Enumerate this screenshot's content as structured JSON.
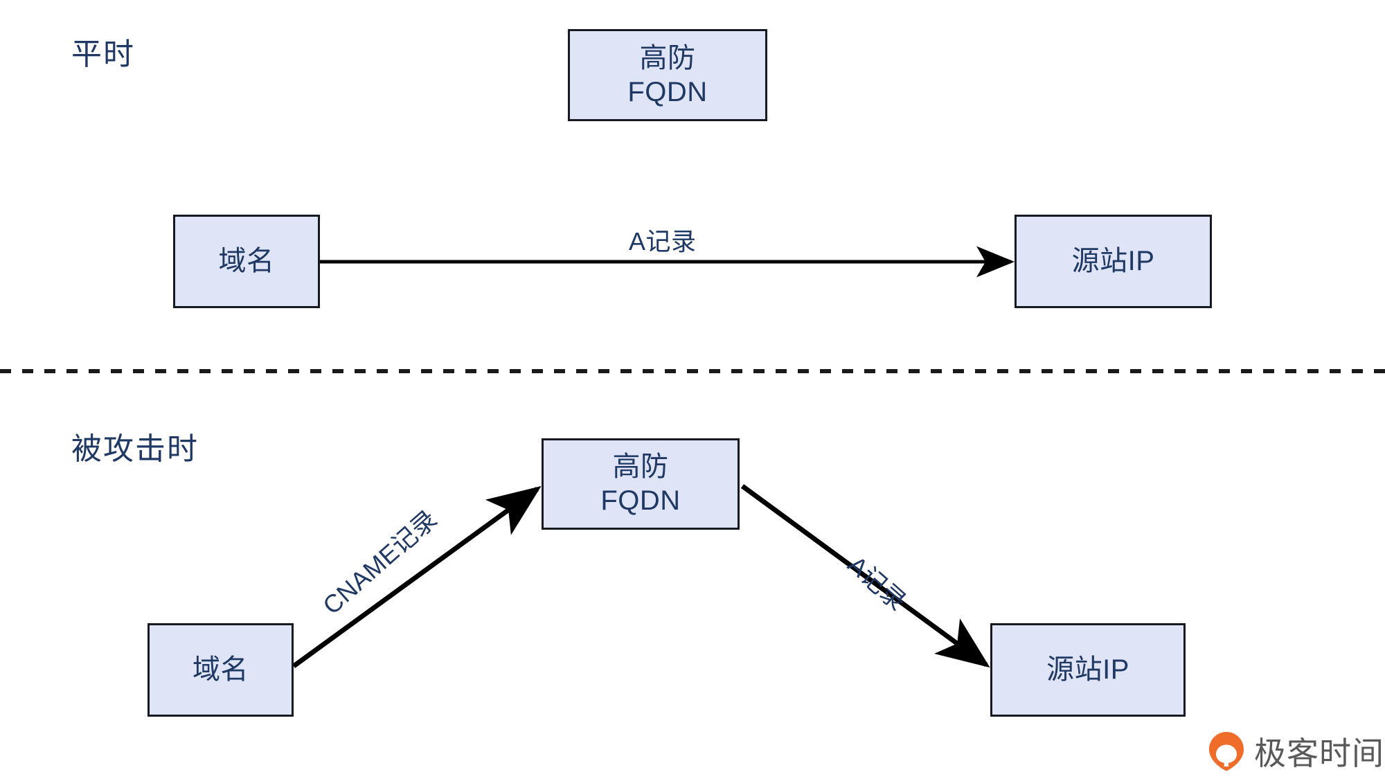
{
  "theme": {
    "background": "#ffffff",
    "box_fill": "#dfe5f7",
    "box_border": "#16191f",
    "text_navy": "#1f3864",
    "arrow_color": "#000000",
    "divider_color": "#1a1a1a",
    "brand_orange": "#ef6c2a",
    "brand_gray": "#595959"
  },
  "sections": {
    "normal": {
      "title": "平时",
      "nodes": {
        "fqdn": {
          "line1": "高防",
          "line2": "FQDN"
        },
        "domain": {
          "line1": "域名",
          "line2": ""
        },
        "origin": {
          "line1": "源站IP",
          "line2": ""
        }
      },
      "edges": [
        {
          "label": "A记录",
          "from": "域名",
          "to": "源站IP",
          "style": "straight-right"
        }
      ]
    },
    "attacked": {
      "title": "被攻击时",
      "nodes": {
        "fqdn": {
          "line1": "高防",
          "line2": "FQDN"
        },
        "domain": {
          "line1": "域名",
          "line2": ""
        },
        "origin": {
          "line1": "源站IP",
          "line2": ""
        }
      },
      "edges": [
        {
          "label": "CNAME记录",
          "from": "域名",
          "to": "高防FQDN",
          "style": "diagonal-up"
        },
        {
          "label": "A记录",
          "from": "高防FQDN",
          "to": "源站IP",
          "style": "diagonal-down"
        }
      ]
    }
  },
  "divider": {
    "style": "dashed",
    "orientation": "horizontal"
  },
  "brand": {
    "name": "极客时间",
    "mark": "geektime-pin-icon"
  }
}
